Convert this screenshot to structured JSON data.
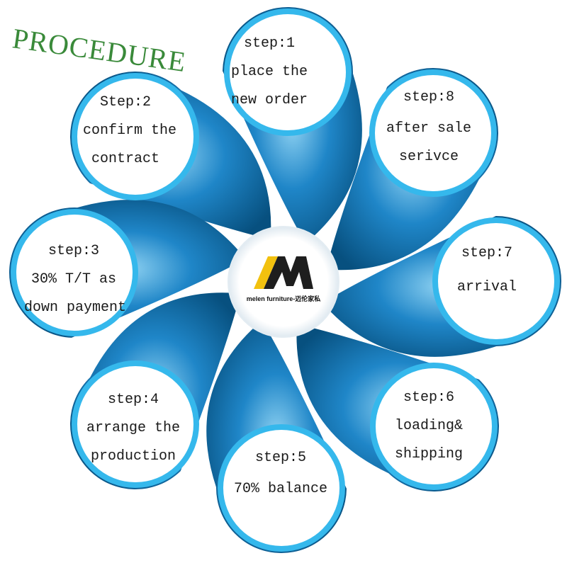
{
  "title": "PROCEDURE",
  "colors": {
    "petal_dark": "#0a5a94",
    "petal_mid": "#1a7fc4",
    "petal_light": "#6fc0ea",
    "ring": "#35b8ec",
    "title_green": "#3a8a3a",
    "logo_yellow": "#f2c10e"
  },
  "logo": {
    "caption": "melen furniture-迈伦家私"
  },
  "steps": [
    {
      "label": "step:1",
      "lines": [
        "place the",
        "new order"
      ]
    },
    {
      "label": "Step:2",
      "lines": [
        "confirm the",
        "contract"
      ]
    },
    {
      "label": "step:3",
      "lines": [
        "30% T/T as",
        "down payment"
      ]
    },
    {
      "label": "step:4",
      "lines": [
        "arrange the",
        "production"
      ]
    },
    {
      "label": "step:5",
      "lines": [
        "70% balance"
      ]
    },
    {
      "label": "step:6",
      "lines": [
        "loading&",
        "shipping"
      ]
    },
    {
      "label": "step:7",
      "lines": [
        "arrival"
      ]
    },
    {
      "label": "step:8",
      "lines": [
        "after sale",
        "serivce"
      ]
    }
  ]
}
